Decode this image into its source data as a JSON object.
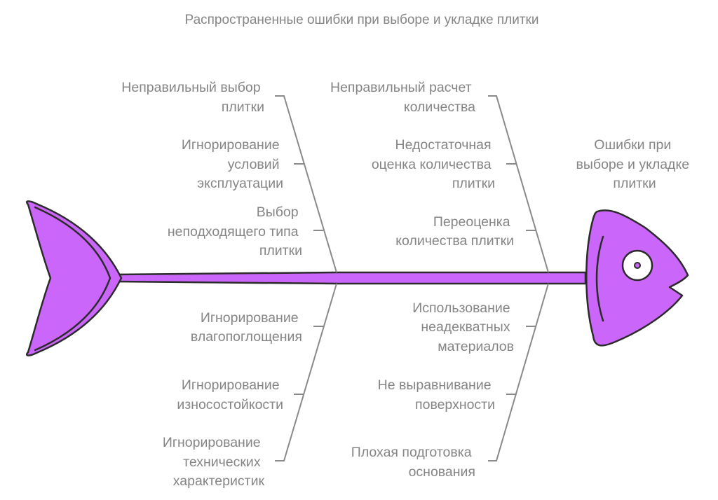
{
  "title": "Распространенные ошибки при выборе и укладке плитки",
  "head_label": [
    "Ошибки при",
    "выборе и укладке",
    "плитки"
  ],
  "colors": {
    "fish": "#CB66FA",
    "outline": "#2b2b2b",
    "text": "#858585"
  },
  "categories": [
    {
      "name": [
        "Неправильный выбор",
        "плитки"
      ],
      "causes": [
        [
          "Игнорирование",
          "условий",
          "эксплуатации"
        ],
        [
          "Выбор",
          "неподходящего типа",
          "плитки"
        ]
      ]
    },
    {
      "name": [
        "Неправильный расчет",
        "количества"
      ],
      "causes": [
        [
          "Недостаточная",
          "оценка количества",
          "плитки"
        ],
        [
          "Переоценка",
          "количества плитки"
        ]
      ]
    },
    {
      "name": [
        "Игнорирование",
        "технических",
        "характеристик"
      ],
      "causes": [
        [
          "Игнорирование",
          "влагопоглощения"
        ],
        [
          "Игнорирование",
          "износостойкости"
        ]
      ]
    },
    {
      "name": [
        "Плохая подготовка",
        "основания"
      ],
      "causes": [
        [
          "Использование",
          "неадекватных",
          "материалов"
        ],
        [
          "Не выравнивание",
          "поверхности"
        ]
      ]
    }
  ]
}
